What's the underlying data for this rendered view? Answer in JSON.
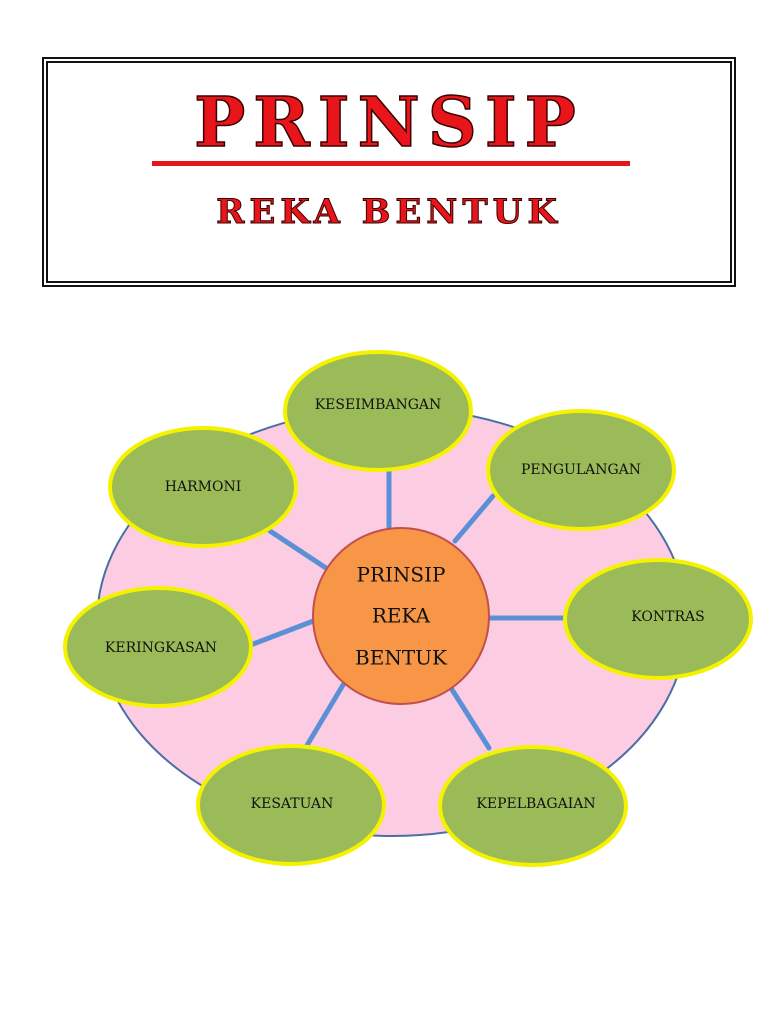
{
  "header": {
    "title": "PRINSIP",
    "subtitle": "REKA BENTUK"
  },
  "center": {
    "line1": "PRINSIP",
    "line2": "REKA",
    "line3": "BENTUK"
  },
  "nodes": [
    {
      "label": "KESEIMBANGAN"
    },
    {
      "label": "PENGULANGAN"
    },
    {
      "label": "HARMONI"
    },
    {
      "label": "KONTRAS"
    },
    {
      "label": "KERINGKASAN"
    },
    {
      "label": "KESATUAN"
    },
    {
      "label": "KEPELBAGAIAN"
    }
  ],
  "colors": {
    "title_red": "#e8151a",
    "background_ellipse": "#fccde2",
    "spoke": "#5b8fd6",
    "center_fill": "#f79646",
    "node_fill": "#9bbb59",
    "node_border": "#f5f200"
  }
}
